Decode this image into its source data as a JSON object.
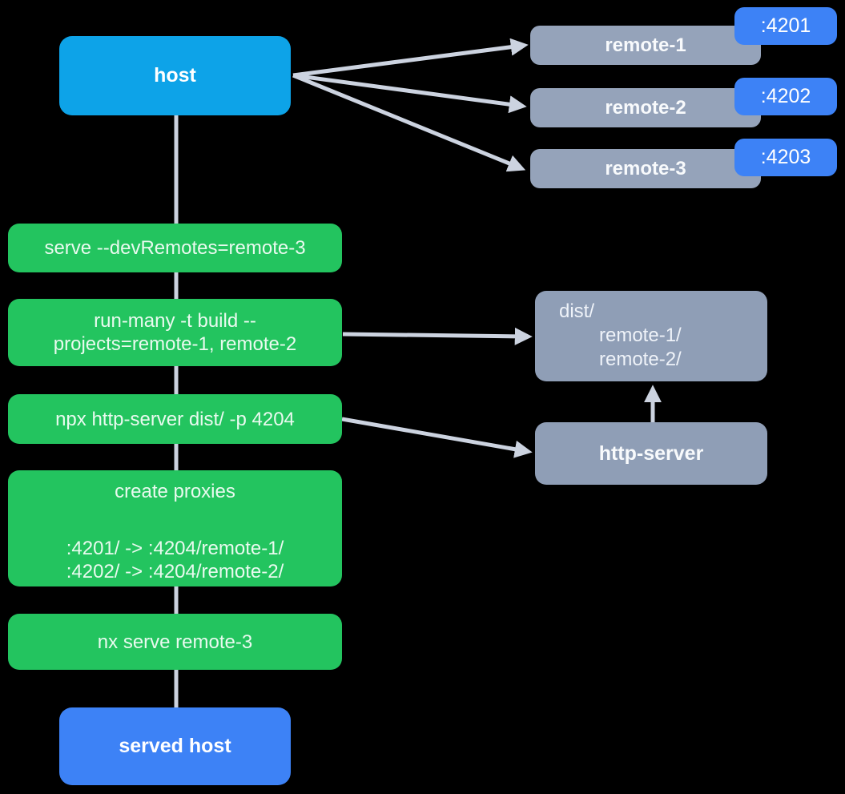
{
  "palette": {
    "background": "#000000",
    "host_blue": "#0da3e8",
    "accent_blue": "#3d82f6",
    "green": "#23c45f",
    "slate": "#95a3ba",
    "slate_deep": "#8f9eb6",
    "connector": "#ccd3e0"
  },
  "host": {
    "label": "host"
  },
  "remotes": [
    {
      "label": "remote-1",
      "port": ":4201"
    },
    {
      "label": "remote-2",
      "port": ":4202"
    },
    {
      "label": "remote-3",
      "port": ":4203"
    }
  ],
  "commands": {
    "serve_dev": {
      "line1": "serve --devRemotes=remote-3"
    },
    "build": {
      "line1": "run-many -t build --",
      "line2": "projects=remote-1, remote-2"
    },
    "http_server": {
      "line1": "npx http-server dist/ -p 4204"
    },
    "proxies": {
      "title": "create proxies",
      "rule1": ":4201/ -> :4204/remote-1/",
      "rule2": ":4202/ -> :4204/remote-2/"
    },
    "serve_remote3": {
      "line1": "nx serve remote-3"
    }
  },
  "dist": {
    "root": "dist/",
    "children": [
      "remote-1/",
      "remote-2/"
    ]
  },
  "http_server_node": {
    "label": "http-server"
  },
  "served_host": {
    "label": "served host"
  }
}
